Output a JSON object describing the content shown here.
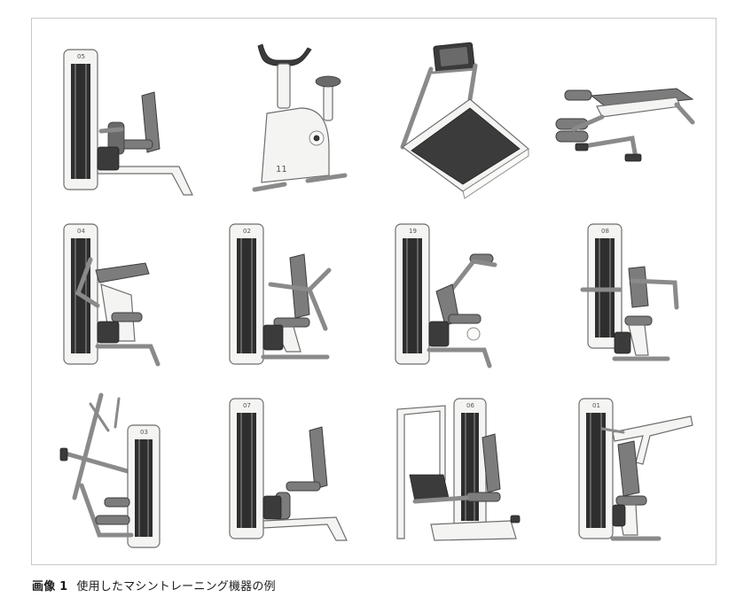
{
  "figure": {
    "machines": [
      {
        "number": "05",
        "name": "tower-seated-leg-machine"
      },
      {
        "number": "11",
        "name": "upright-exercise-bike"
      },
      {
        "number": "",
        "name": "treadmill"
      },
      {
        "number": "",
        "name": "adjustable-sit-up-bench"
      },
      {
        "number": "04",
        "name": "seated-arm-curl-machine"
      },
      {
        "number": "02",
        "name": "seated-chest-press-machine"
      },
      {
        "number": "19",
        "name": "abdominal-crunch-machine"
      },
      {
        "number": "08",
        "name": "seated-row-machine"
      },
      {
        "number": "03",
        "name": "lat-pulldown-machine"
      },
      {
        "number": "07",
        "name": "seated-leg-extension-machine"
      },
      {
        "number": "06",
        "name": "leg-press-machine"
      },
      {
        "number": "01",
        "name": "shoulder-press-machine"
      }
    ]
  },
  "caption": {
    "label": "画像 1",
    "text": "使用したマシントレーニング機器の例"
  }
}
